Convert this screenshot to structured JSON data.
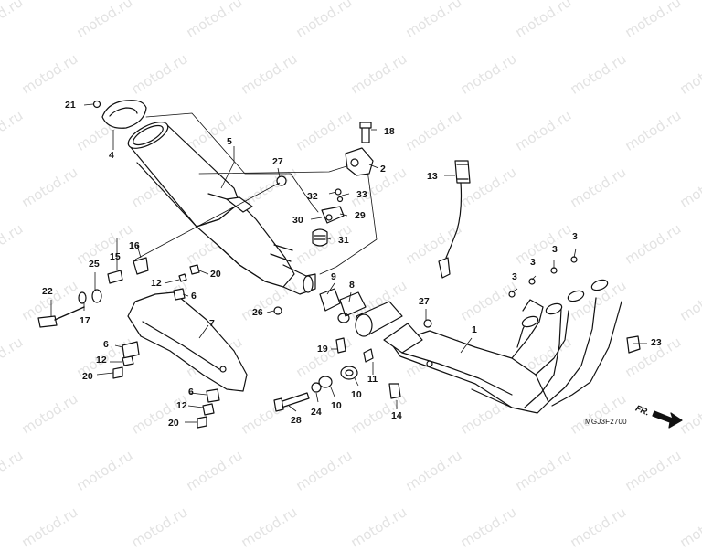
{
  "watermark": {
    "text": "motod.ru"
  },
  "diagram_code": "MGJ3F2700",
  "front_marker": {
    "label": "FR."
  },
  "callouts": [
    {
      "id": "c1",
      "label": "1"
    },
    {
      "id": "c2",
      "label": "2"
    },
    {
      "id": "c3a",
      "label": "3"
    },
    {
      "id": "c3b",
      "label": "3"
    },
    {
      "id": "c3c",
      "label": "3"
    },
    {
      "id": "c3d",
      "label": "3"
    },
    {
      "id": "c4",
      "label": "4"
    },
    {
      "id": "c5",
      "label": "5"
    },
    {
      "id": "c6a",
      "label": "6"
    },
    {
      "id": "c6b",
      "label": "6"
    },
    {
      "id": "c6c",
      "label": "6"
    },
    {
      "id": "c7",
      "label": "7"
    },
    {
      "id": "c8",
      "label": "8"
    },
    {
      "id": "c9",
      "label": "9"
    },
    {
      "id": "c10a",
      "label": "10"
    },
    {
      "id": "c10b",
      "label": "10"
    },
    {
      "id": "c11",
      "label": "11"
    },
    {
      "id": "c12a",
      "label": "12"
    },
    {
      "id": "c12b",
      "label": "12"
    },
    {
      "id": "c12c",
      "label": "12"
    },
    {
      "id": "c13",
      "label": "13"
    },
    {
      "id": "c14",
      "label": "14"
    },
    {
      "id": "c15",
      "label": "15"
    },
    {
      "id": "c16",
      "label": "16"
    },
    {
      "id": "c17",
      "label": "17"
    },
    {
      "id": "c18",
      "label": "18"
    },
    {
      "id": "c19",
      "label": "19"
    },
    {
      "id": "c20a",
      "label": "20"
    },
    {
      "id": "c20b",
      "label": "20"
    },
    {
      "id": "c20c",
      "label": "20"
    },
    {
      "id": "c21",
      "label": "21"
    },
    {
      "id": "c22",
      "label": "22"
    },
    {
      "id": "c23",
      "label": "23"
    },
    {
      "id": "c24",
      "label": "24"
    },
    {
      "id": "c25",
      "label": "25"
    },
    {
      "id": "c26",
      "label": "26"
    },
    {
      "id": "c27a",
      "label": "27"
    },
    {
      "id": "c27b",
      "label": "27"
    },
    {
      "id": "c28",
      "label": "28"
    },
    {
      "id": "c29",
      "label": "29"
    },
    {
      "id": "c30",
      "label": "30"
    },
    {
      "id": "c31",
      "label": "31"
    },
    {
      "id": "c32",
      "label": "32"
    },
    {
      "id": "c33",
      "label": "33"
    }
  ]
}
